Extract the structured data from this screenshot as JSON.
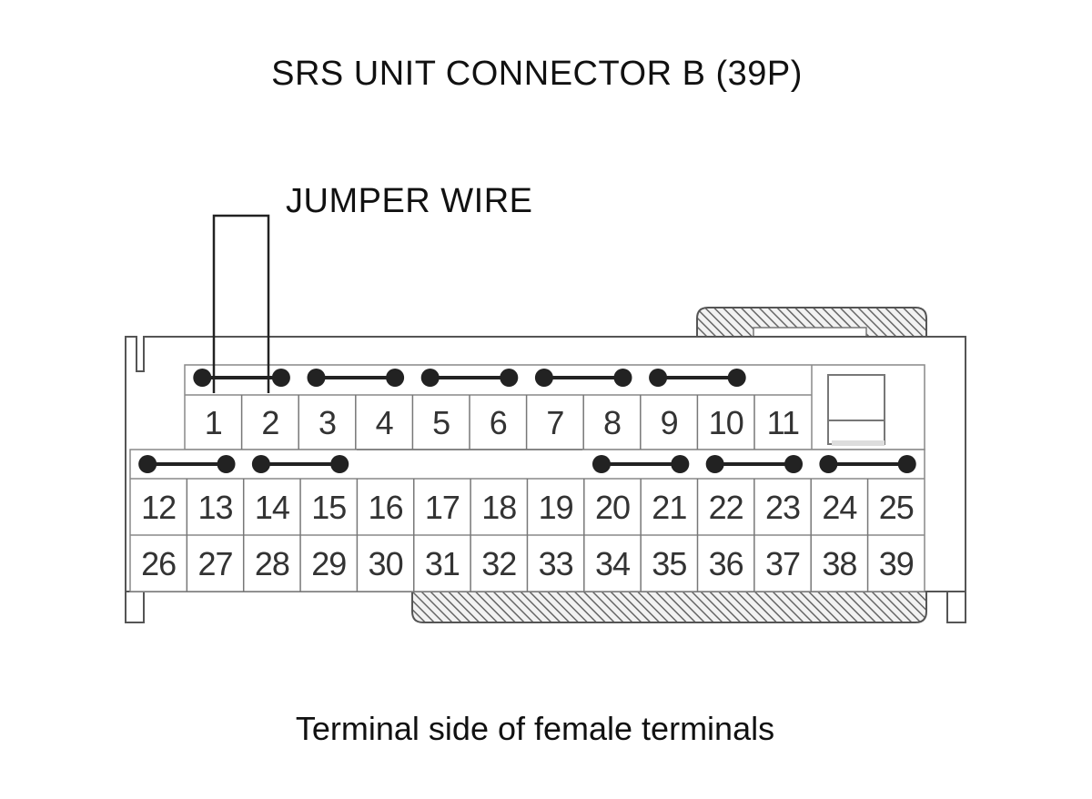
{
  "title": "SRS UNIT CONNECTOR B (39P)",
  "jumper_label": "JUMPER WIRE",
  "caption": "Terminal side of female terminals",
  "colors": {
    "line": "#222222",
    "cell_border": "#777777",
    "housing": "#555555",
    "hatch": "#666666",
    "text": "#111111"
  },
  "connector": {
    "pin_count": 39,
    "rows": [
      [
        "1",
        "2",
        "3",
        "4",
        "5",
        "6",
        "7",
        "8",
        "9",
        "10",
        "11"
      ],
      [
        "12",
        "13",
        "14",
        "15",
        "16",
        "17",
        "18",
        "19",
        "20",
        "21",
        "22",
        "23",
        "24",
        "25"
      ],
      [
        "26",
        "27",
        "28",
        "29",
        "30",
        "31",
        "32",
        "33",
        "34",
        "35",
        "36",
        "37",
        "38",
        "39"
      ]
    ],
    "shorting_bars": [
      [
        "1",
        "2"
      ],
      [
        "3",
        "4"
      ],
      [
        "5",
        "6"
      ],
      [
        "7",
        "8"
      ],
      [
        "9",
        "10"
      ],
      [
        "12",
        "13"
      ],
      [
        "14",
        "15"
      ],
      [
        "20",
        "21"
      ],
      [
        "22",
        "23"
      ],
      [
        "24",
        "25"
      ]
    ],
    "jumper_wire": [
      "1",
      "2"
    ]
  }
}
